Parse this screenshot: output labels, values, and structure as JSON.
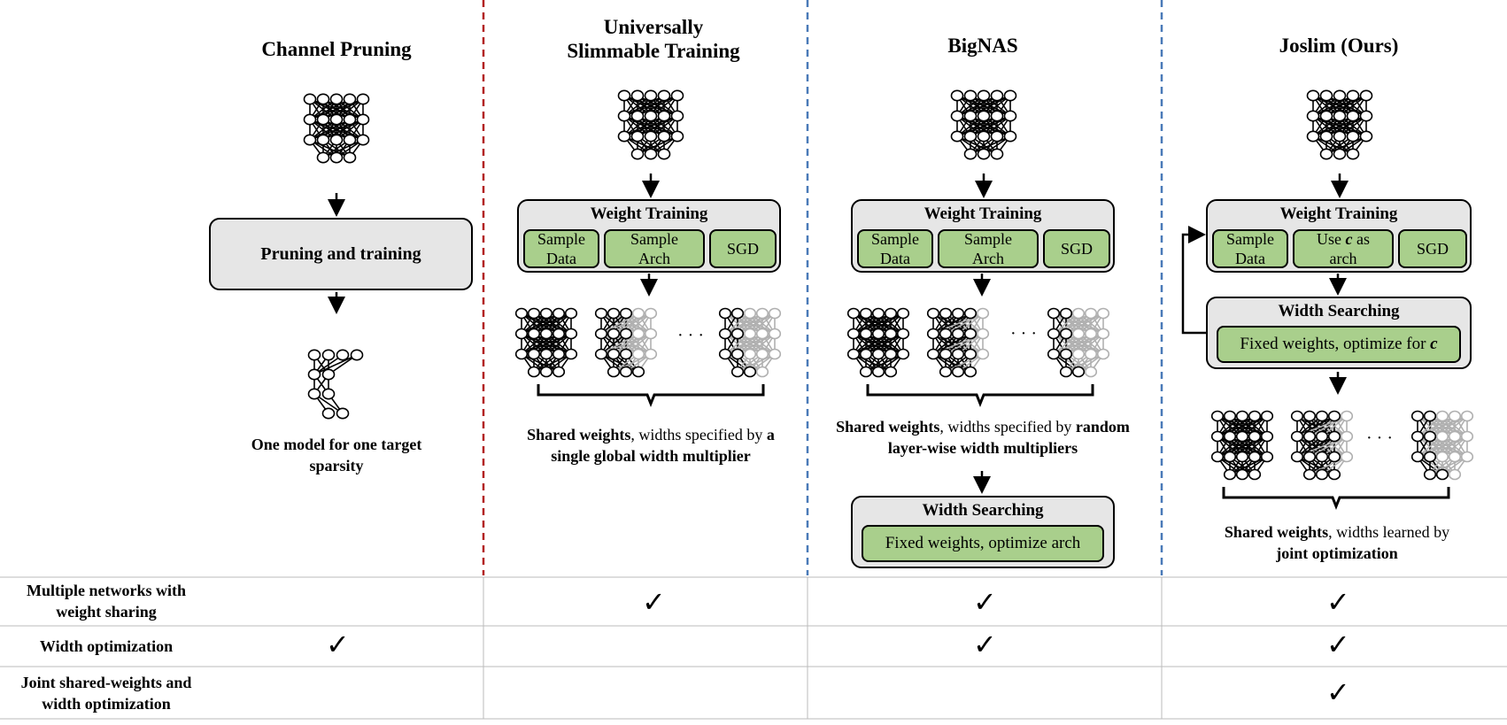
{
  "columns": {
    "pruning": {
      "title": "Channel Pruning",
      "box": "Pruning and training",
      "caption_line1": "One model for one target",
      "caption_line2": "sparsity"
    },
    "ust": {
      "title_line1": "Universally",
      "title_line2": "Slimmable Training",
      "weight_training": "Weight Training",
      "sample_data_1": "Sample",
      "sample_data_2": "Data",
      "sample_arch_1": "Sample",
      "sample_arch_2": "Arch",
      "sgd": "SGD",
      "ellipsis": "· · ·",
      "caption_bold1": "Shared weights",
      "caption_mid": ", widths specified by ",
      "caption_bold2": "a",
      "caption_bold3": "single global width multiplier"
    },
    "bignas": {
      "title": "BigNAS",
      "weight_training": "Weight Training",
      "sample_data_1": "Sample",
      "sample_data_2": "Data",
      "sample_arch_1": "Sample",
      "sample_arch_2": "Arch",
      "sgd": "SGD",
      "ellipsis": "· · ·",
      "caption_bold1": "Shared weights",
      "caption_mid": ", widths specified by ",
      "caption_bold2": "random",
      "caption_bold3": "layer-wise width multipliers",
      "width_searching": "Width Searching",
      "search_content": "Fixed weights, optimize arch"
    },
    "joslim": {
      "title": "Joslim (Ours)",
      "weight_training": "Weight Training",
      "sample_data_1": "Sample",
      "sample_data_2": "Data",
      "use_c_1": "Use ",
      "use_c_var": "c",
      "use_c_2": " as",
      "use_c_3": "arch",
      "sgd": "SGD",
      "width_searching": "Width Searching",
      "search_content": "Fixed weights, optimize for ",
      "search_var": "c",
      "ellipsis": "· · ·",
      "caption_bold1": "Shared weights",
      "caption_mid": ", widths learned by",
      "caption_bold2": "joint optimization"
    }
  },
  "table": {
    "rows": [
      {
        "label_line1": "Multiple networks with",
        "label_line2": "weight sharing",
        "checks": [
          false,
          true,
          true,
          true
        ]
      },
      {
        "label_line1": "Width optimization",
        "label_line2": "",
        "checks": [
          true,
          false,
          true,
          true
        ]
      },
      {
        "label_line1": "Joint shared-weights and",
        "label_line2": "width optimization",
        "checks": [
          false,
          false,
          false,
          true
        ]
      }
    ],
    "check_symbol": "✓"
  },
  "colors": {
    "red_divider": "#b22222",
    "blue_divider": "#4a7ab8",
    "box_gray": "#e6e6e6",
    "box_green": "#a9cf8c",
    "faded_node": "#b0b0b0"
  }
}
